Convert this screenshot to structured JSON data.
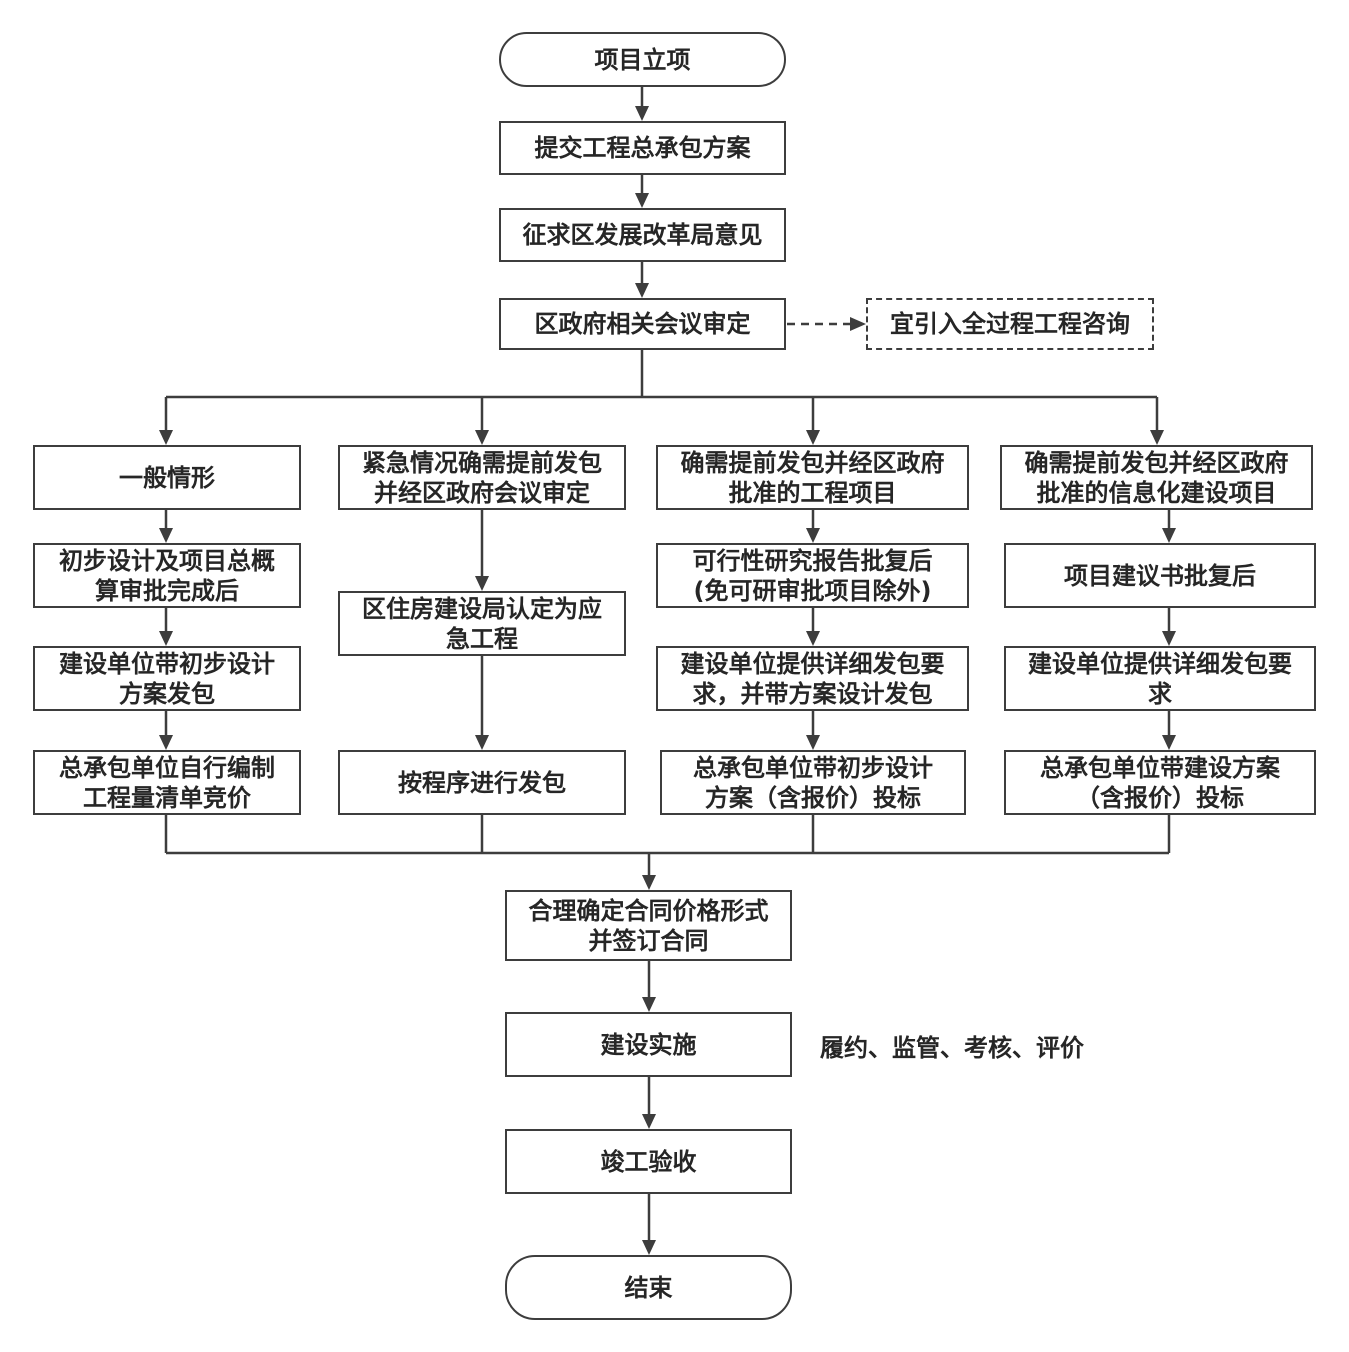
{
  "start": "项目立项",
  "s1": "提交工程总承包方案",
  "s2": "征求区发展改革局意见",
  "s3": "区政府相关会议审定",
  "side": "宜引入全过程工程咨询",
  "branches": [
    {
      "head": [
        "一般情形"
      ],
      "steps": [
        [
          "初步设计及项目总概",
          "算审批完成后"
        ],
        [
          "建设单位带初步设计",
          "方案发包"
        ],
        [
          "总承包单位自行编制",
          "工程量清单竞价"
        ]
      ]
    },
    {
      "head": [
        "紧急情况确需提前发包",
        "并经区政府会议审定"
      ],
      "steps": [
        [
          "区住房建设局认定为应",
          "急工程"
        ],
        [
          "按程序进行发包"
        ]
      ]
    },
    {
      "head": [
        "确需提前发包并经区政府",
        "批准的工程项目"
      ],
      "steps": [
        [
          "可行性研究报告批复后",
          "(免可研审批项目除外)"
        ],
        [
          "建设单位提供详细发包要",
          "求，并带方案设计发包"
        ],
        [
          "总承包单位带初步设计",
          "方案（含报价）投标"
        ]
      ]
    },
    {
      "head": [
        "确需提前发包并经区政府",
        "批准的信息化建设项目"
      ],
      "steps": [
        [
          "项目建议书批复后"
        ],
        [
          "建设单位提供详细发包要",
          "求"
        ],
        [
          "总承包单位带建设方案",
          "（含报价）投标"
        ]
      ]
    }
  ],
  "m1": [
    "合理确定合同价格形式",
    "并签订合同"
  ],
  "m2": "建设实施",
  "m2_note": "履约、监管、考核、评价",
  "m3": "竣工验收",
  "end": "结束"
}
